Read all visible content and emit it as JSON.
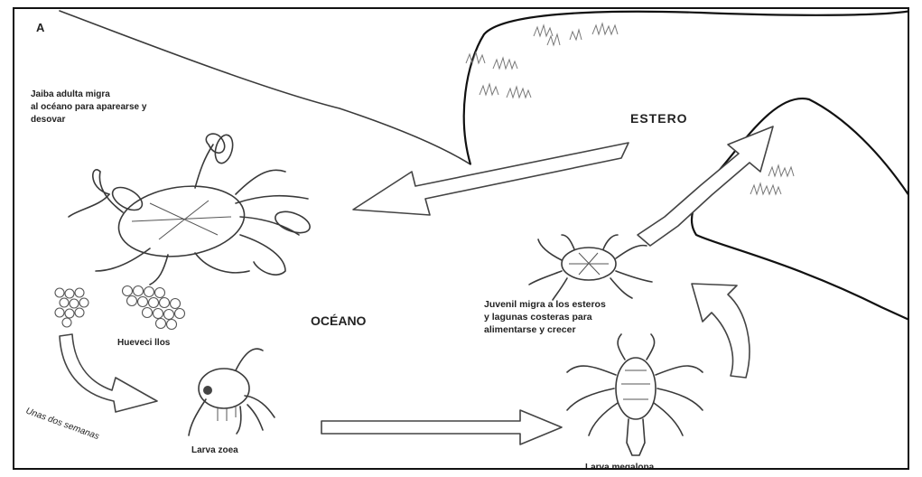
{
  "panel_label": "A",
  "labels": {
    "estero": "ESTERO",
    "oceano": "OCÉANO",
    "adult_line1": "Jaiba adulta migra",
    "adult_line2": "al océano para aparearse y",
    "adult_line3": "desovar",
    "eggs": "Hueveci llos",
    "weeks": "Unas dos semanas",
    "zoea": "Larva zoea",
    "megalopa": "Larva megalopa",
    "juvenile_line1": "Juvenil migra a los esteros",
    "juvenile_line2": "y lagunas costeras para",
    "juvenile_line3": "alimentarse y crecer"
  },
  "colors": {
    "line": "#111111",
    "ink": "#3a3a3a",
    "text": "#222222"
  }
}
